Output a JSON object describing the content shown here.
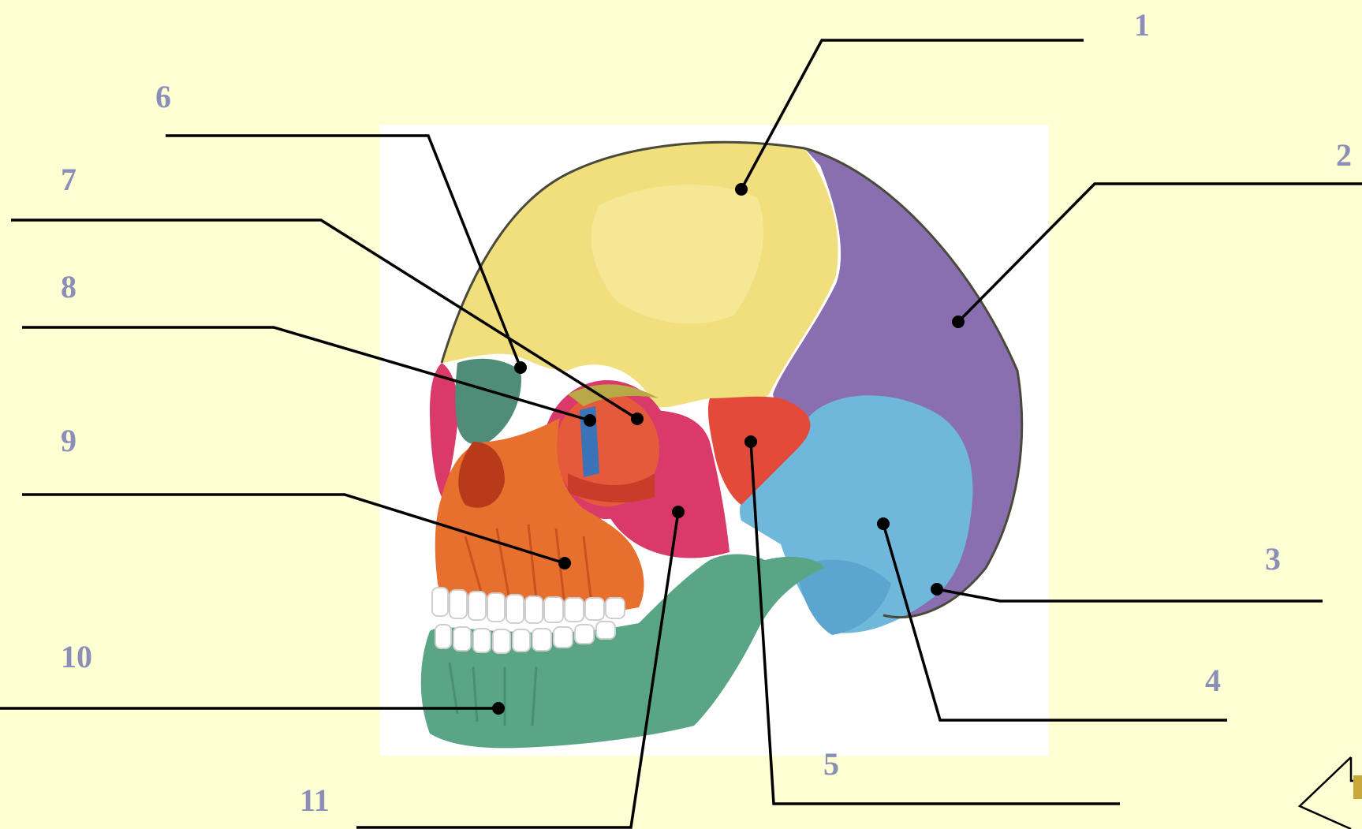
{
  "diagram": {
    "subject": "skull-lateral-view",
    "labels": [
      {
        "id": "1",
        "text": "1"
      },
      {
        "id": "2",
        "text": "2"
      },
      {
        "id": "3",
        "text": "3"
      },
      {
        "id": "4",
        "text": "4"
      },
      {
        "id": "5",
        "text": "5"
      },
      {
        "id": "6",
        "text": "6"
      },
      {
        "id": "7",
        "text": "7"
      },
      {
        "id": "8",
        "text": "8"
      },
      {
        "id": "9",
        "text": "9"
      },
      {
        "id": "10",
        "text": "10"
      },
      {
        "id": "11",
        "text": "11"
      }
    ]
  },
  "colors": {
    "background": "#ffffd4",
    "label_text": "#8b8fb8",
    "frontal": "#f1df7d",
    "parietal": "#8a6fb0",
    "temporal": "#6fb8dc",
    "sphenoid": "#e34a3a",
    "zygomatic": "#d93a6a",
    "maxilla": "#e8702e",
    "mandible": "#5aa585",
    "nasal_ethmoid": "#4f8d78",
    "teeth": "#ffffff"
  }
}
